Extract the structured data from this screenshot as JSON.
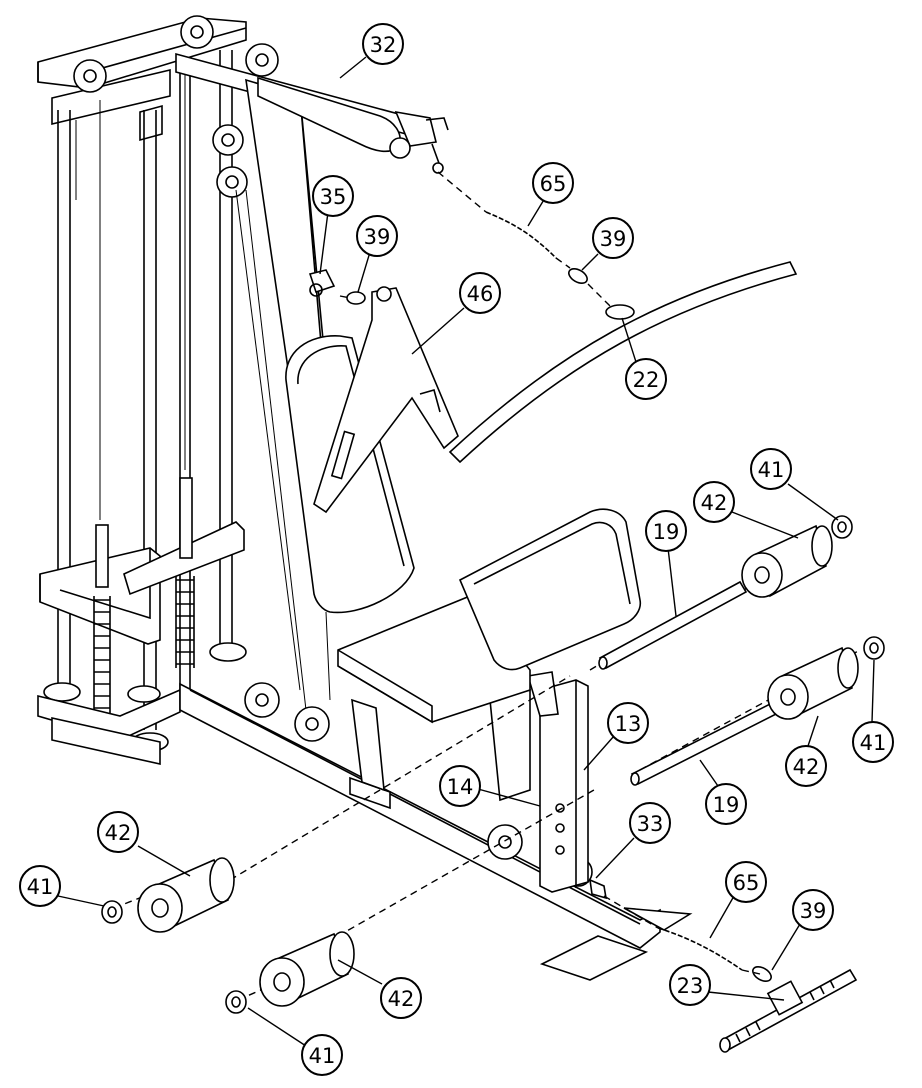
{
  "diagram": {
    "callouts": [
      {
        "id": "c32a",
        "label": "32"
      },
      {
        "id": "c35",
        "label": "35"
      },
      {
        "id": "c39a",
        "label": "39"
      },
      {
        "id": "c65a",
        "label": "65"
      },
      {
        "id": "c39b",
        "label": "39"
      },
      {
        "id": "c46",
        "label": "46"
      },
      {
        "id": "c22",
        "label": "22"
      },
      {
        "id": "c41a",
        "label": "41"
      },
      {
        "id": "c42a",
        "label": "42"
      },
      {
        "id": "c19a",
        "label": "19"
      },
      {
        "id": "c41b",
        "label": "41"
      },
      {
        "id": "c13",
        "label": "13"
      },
      {
        "id": "c42b",
        "label": "42"
      },
      {
        "id": "c14",
        "label": "14"
      },
      {
        "id": "c19b",
        "label": "19"
      },
      {
        "id": "c42c",
        "label": "42"
      },
      {
        "id": "c33",
        "label": "33"
      },
      {
        "id": "c41c",
        "label": "41"
      },
      {
        "id": "c65b",
        "label": "65"
      },
      {
        "id": "c39c",
        "label": "39"
      },
      {
        "id": "c42d",
        "label": "42"
      },
      {
        "id": "c23",
        "label": "23"
      },
      {
        "id": "c41d",
        "label": "41"
      }
    ]
  }
}
